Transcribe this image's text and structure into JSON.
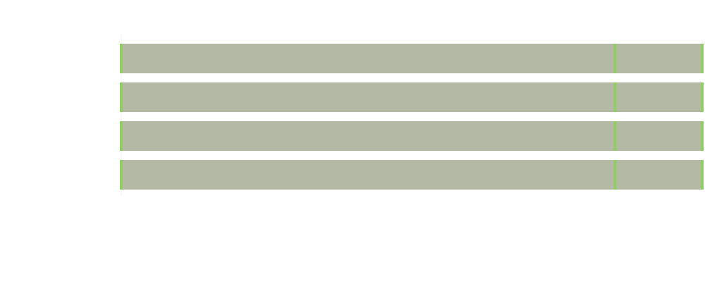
{
  "chart_data": {
    "type": "bar",
    "orientation": "horizontal",
    "stacked": true,
    "title": "",
    "xlabel": "",
    "ylabel": "",
    "categories": [
      "",
      "",
      "",
      ""
    ],
    "series": [
      {
        "color": "#b4b9a6",
        "values": [
          68,
          68,
          68,
          68
        ]
      },
      {
        "color": "#b4b9a6",
        "values": [
          12,
          12,
          12,
          12
        ]
      }
    ],
    "xlim": [
      0,
      80
    ],
    "grid": false,
    "legend": "none"
  },
  "colors": {
    "bar_fill": "#b4b9a6",
    "segment_edge": "#8fcf62",
    "text": "#f2f4f3"
  }
}
